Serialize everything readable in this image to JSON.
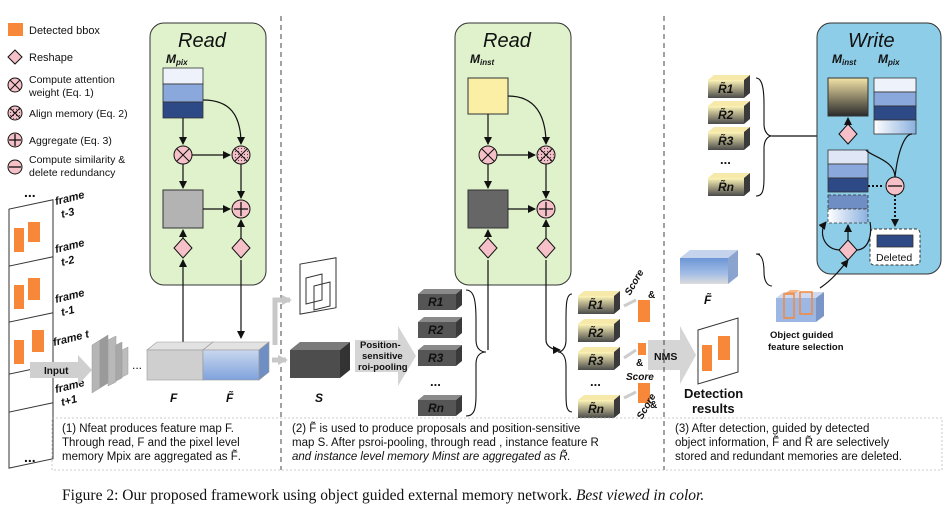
{
  "legend": {
    "items": [
      {
        "key": "bbox",
        "label": "Detected bbox"
      },
      {
        "key": "reshape",
        "label": "Reshape"
      },
      {
        "key": "attn",
        "label": "Compute attention",
        "label2": "weight (Eq. 1)"
      },
      {
        "key": "align",
        "label": "Align memory (Eq. 2)"
      },
      {
        "key": "agg",
        "label": "Aggregate (Eq. 3)"
      },
      {
        "key": "sim",
        "label": "Compute similarity &",
        "label2": "delete redundancy"
      }
    ]
  },
  "frames": {
    "dots_top": "...",
    "dots_bottom": "...",
    "labels": [
      {
        "l1": "frame",
        "l2": "t-3"
      },
      {
        "l1": "frame",
        "l2": "t-2"
      },
      {
        "l1": "frame",
        "l2": "t-1"
      },
      {
        "l1": "frame t",
        "l2": ""
      },
      {
        "l1": "frame",
        "l2": "t+1"
      }
    ],
    "input": "Input"
  },
  "panel1": {
    "title": "Read",
    "mem_main": "M",
    "mem_sub": "pix",
    "F": "F",
    "Ft": "F̃",
    "dots": "...",
    "caption": [
      "(1) Nfeat produces feature map F.",
      "Through read, F and the pixel level",
      "memory Mpix are aggregated as F̃."
    ]
  },
  "panel2": {
    "title": "Read",
    "mem_main": "M",
    "mem_sub": "inst",
    "S": "S",
    "psroi": [
      "Position-",
      "sensitive",
      "roi-pooling"
    ],
    "R": [
      "R1",
      "R2",
      "R3",
      "...",
      "Rn"
    ],
    "caption": [
      "(2) F̃ is used to produce proposals and position-sensitive",
      "map S. After psroi-pooling, through read , instance feature R",
      "and instance level memory Minst are aggregated as R̃."
    ]
  },
  "panel3": {
    "title": "Write",
    "mem_inst_main": "M",
    "mem_inst_sub": "inst",
    "mem_pix_main": "M",
    "mem_pix_sub": "pix",
    "Rt": [
      "R̃1",
      "R̃2",
      "R̃3",
      "...",
      "R̃n"
    ],
    "Rt2": [
      "R̃1",
      "R̃2",
      "R̃3",
      "...",
      "R̃n"
    ],
    "score": "Score",
    "amp": "&",
    "nms": "NMS",
    "detection": [
      "Detection",
      "results"
    ],
    "Ft": "F̃",
    "deleted": "Deleted",
    "selection": [
      "Object guided",
      "feature selection"
    ],
    "caption": [
      "(3) After detection, guided by detected",
      "object information, F̃ and R̃ are selectively",
      "stored and redundant memories are deleted."
    ]
  },
  "figure_caption": {
    "prefix": "Figure 2: Our proposed framework using object guided external memory network.",
    "emph": "Best viewed in color."
  },
  "colors": {
    "panel_green": "#dff2cc",
    "panel_blue": "#8ecde8",
    "orange": "#f7883a",
    "pink": "#f6c0c8",
    "gray": "#b0b0b0",
    "dark": "#555555",
    "blue": "#8ab0de",
    "navy": "#2d4a86",
    "yellow": "#fbeea5"
  }
}
